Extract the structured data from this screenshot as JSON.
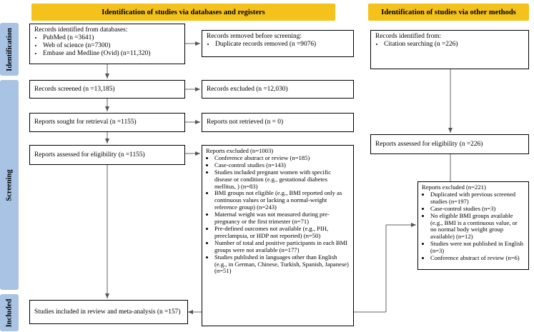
{
  "headers": {
    "databases": "Identification of studies via databases and registers",
    "other": "Identification of studies via other methods"
  },
  "phases": {
    "identification": "Identification",
    "screening": "Screening",
    "included": "Included"
  },
  "boxes": {
    "identified_db": {
      "title": "Records identified from databases:",
      "items": [
        "PubMed (n =3641)",
        "Web of science (n=7300)",
        "Embase and Medline (Ovid) (n=11,320)"
      ]
    },
    "removed": {
      "title": "Records removed before screening:",
      "items": [
        "Duplicate records removed (n =9076)"
      ]
    },
    "screened": {
      "text": "Records screened (n =13,185)"
    },
    "excluded": {
      "text": "Records excluded (n =12,030)"
    },
    "sought": {
      "text": "Reports sought for retrieval (n =1155)"
    },
    "not_retrieved": {
      "text": "Reports not retrieved (n = 0)"
    },
    "assessed_db": {
      "text": "Reports assessed for eligibility (n =1155)"
    },
    "reports_excluded_db": {
      "title": "Reports excluded (n=1003)",
      "items": [
        "Conference abstract or review (n=185)",
        "Case-control studies (n=143)",
        "Studies included pregnant women with specific disease or condition (e.g., gestational diabetes mellitus, ) (n=83)",
        "BMI groups not eligible (e.g., BMI reported only as continuous values or lacking a normal-weight reference group) (n=243)",
        "Maternal weight was not measured during pre-pregnancy or the first trimester (n=71)",
        "Pre-defined outcomes not available (e.g., PIH, preeclampsia, or HDP not reported) (n=50)",
        "Number of total and positive participants in each BMI groups were not available (n=177)",
        "Studies published in languages other than English (e.g., in German, Chinese, Turkish, Spanish, Japanese) (n=51)"
      ]
    },
    "included": {
      "text": "Studies included in review and meta-analysis (n =157)"
    },
    "identified_other": {
      "title": "Records identified from:",
      "items": [
        "Citation searching (n =226)"
      ]
    },
    "assessed_other": {
      "text": "Reports assessed for eligibility (n =226)"
    },
    "reports_excluded_other": {
      "title": "Reports excluded (n=221)",
      "items": [
        "Duplicated with previous screened studies (n=197)",
        "Case-control studies (n=3)",
        "No eligible BMI groups available (e.g., BMI is a continuous value, or no normal body weight group available) (n=12)",
        "Studies were not published in English (n=3)",
        "Conference abstract of review (n=6)"
      ]
    }
  }
}
